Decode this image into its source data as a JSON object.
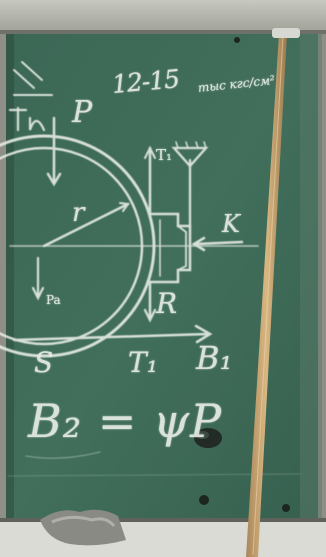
{
  "board": {
    "header_text": "12-15",
    "header_units": "тыс кгс/см²",
    "label_P": "P",
    "label_T1_top": "T₁",
    "label_r": "r",
    "label_K": "K",
    "label_R": "R",
    "label_Pa": "Pa",
    "label_S": "S",
    "label_T1_bottom": "T₁",
    "label_B1": "B₁",
    "formula": "B₂ = ψP"
  },
  "colors": {
    "board": "#3f6b58",
    "chalk": "#e8ede6",
    "frame": "#b4b6ae",
    "pointer": "#c8a472"
  }
}
